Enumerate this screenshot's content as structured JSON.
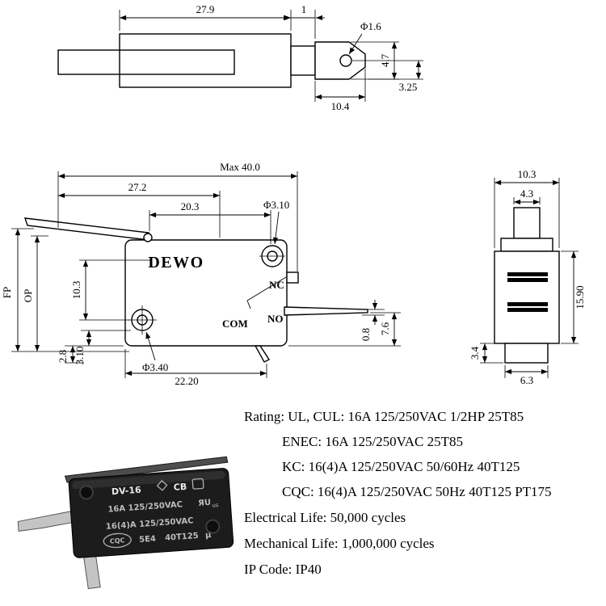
{
  "views": {
    "top_view": {
      "dims": {
        "body_width": "27.9",
        "neck": "1",
        "hole_dia": "Φ1.6",
        "terminal_height": "4.7",
        "hole_offset": "3.25",
        "terminal_length": "10.4"
      }
    },
    "front_view": {
      "brand": "DEWO",
      "terminals": {
        "nc": "NC",
        "no": "NO",
        "com": "COM"
      },
      "dims": {
        "max_overall": "Max 40.0",
        "lever_length": "27.2",
        "hole_span": "20.3",
        "top_hole_dia": "Φ3.10",
        "fp": "FP",
        "op": "OP",
        "hole_height": "10.3",
        "terminal_thickness": "0.8",
        "terminal_height": "7.6",
        "d_2_8": "2.8",
        "d_3_10": "3.10",
        "bottom_hole_dia": "Φ3.40",
        "hole_to_terminal": "22.20"
      }
    },
    "side_view": {
      "dims": {
        "body_width": "10.3",
        "plunger_width": "4.3",
        "body_height": "15.90",
        "foot_height": "3.4",
        "foot_width": "6.3"
      }
    }
  },
  "photo": {
    "model": "DV-16",
    "cb_mark": "CB",
    "rating_line1": "16A 125/250VAC",
    "ul_mark": "ЯU",
    "ul_sub": "us",
    "rating_line2": "16(4)A 125/250VAC",
    "cqc_mark": "CQC",
    "code1": "5E4",
    "code2": "40T125",
    "micro": "µ"
  },
  "specs": {
    "lines": [
      "Rating:  UL, CUL: 16A 125/250VAC 1/2HP 25T85",
      "ENEC:  16A 125/250VAC 25T85",
      "KC: 16(4)A 125/250VAC 50/60Hz 40T125",
      "CQC: 16(4)A 125/250VAC 50Hz 40T125 PT175",
      "Electrical Life: 50,000 cycles",
      "Mechanical Life: 1,000,000 cycles",
      "IP Code: IP40"
    ]
  }
}
